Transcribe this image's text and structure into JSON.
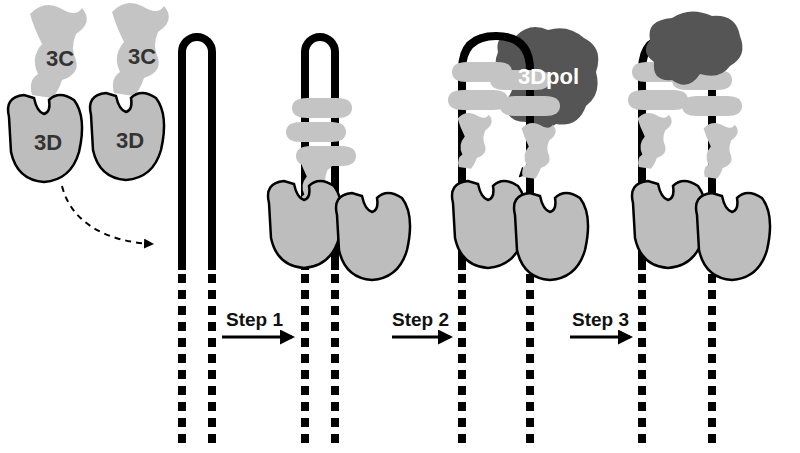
{
  "diagram": {
    "nodes": [
      {
        "text": [
          "3C",
          "3D"
        ]
      },
      {
        "text": [
          "3C",
          "3D"
        ]
      },
      {
        "text": [
          "3Dpol"
        ]
      }
    ],
    "labels": [
      "Step 1",
      "Step 2",
      "Step 3"
    ]
  }
}
